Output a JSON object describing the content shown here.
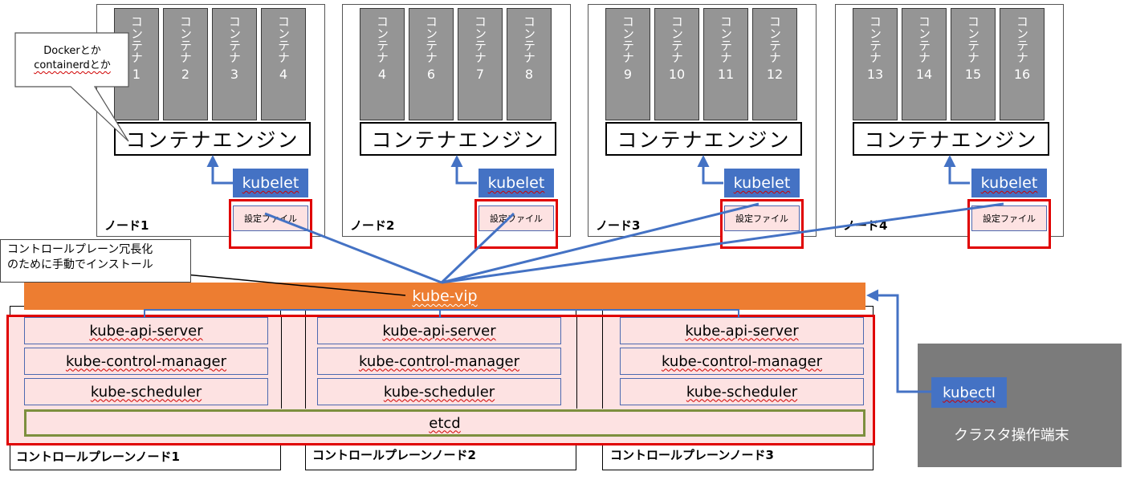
{
  "worker_nodes": [
    {
      "label": "ノード1",
      "containers": [
        {
          "text": "コンテナ",
          "num": "1"
        },
        {
          "text": "コンテナ",
          "num": "2"
        },
        {
          "text": "コンテナ",
          "num": "3"
        },
        {
          "text": "コンテナ",
          "num": "4"
        }
      ],
      "engine": "コンテナエンジン",
      "kubelet": "kubelet",
      "config": "設定ファイル"
    },
    {
      "label": "ノード2",
      "containers": [
        {
          "text": "コンテナ",
          "num": "4"
        },
        {
          "text": "コンテナ",
          "num": "6"
        },
        {
          "text": "コンテナ",
          "num": "7"
        },
        {
          "text": "コンテナ",
          "num": "8"
        }
      ],
      "engine": "コンテナエンジン",
      "kubelet": "kubelet",
      "config": "設定ファイル"
    },
    {
      "label": "ノード3",
      "containers": [
        {
          "text": "コンテナ",
          "num": "9"
        },
        {
          "text": "コンテナ",
          "num": "10"
        },
        {
          "text": "コンテナ",
          "num": "11"
        },
        {
          "text": "コンテナ",
          "num": "12"
        }
      ],
      "engine": "コンテナエンジン",
      "kubelet": "kubelet",
      "config": "設定ファイル"
    },
    {
      "label": "ノード4",
      "containers": [
        {
          "text": "コンテナ",
          "num": "13"
        },
        {
          "text": "コンテナ",
          "num": "14"
        },
        {
          "text": "コンテナ",
          "num": "15"
        },
        {
          "text": "コンテナ",
          "num": "16"
        }
      ],
      "engine": "コンテナエンジン",
      "kubelet": "kubelet",
      "config": "設定ファイル"
    }
  ],
  "callout_engine": {
    "line1": "Dockerとか",
    "line2": "containerdとか"
  },
  "callout_vip": {
    "line1": "コントロールプレーン冗長化",
    "line2": "のために手動でインストール"
  },
  "kube_vip": "kube-vip",
  "control_plane": {
    "nodes": [
      {
        "label": "コントロールプレーンノード1",
        "api": "kube-api-server",
        "cm": "kube-control-manager",
        "sched": "kube-scheduler"
      },
      {
        "label": "コントロールプレーンノード2",
        "api": "kube-api-server",
        "cm": "kube-control-manager",
        "sched": "kube-scheduler"
      },
      {
        "label": "コントロールプレーンノード3",
        "api": "kube-api-server",
        "cm": "kube-control-manager",
        "sched": "kube-scheduler"
      }
    ],
    "etcd": "etcd"
  },
  "terminal": {
    "label": "クラスタ操作端末",
    "kubectl": "kubectl"
  },
  "colors": {
    "kubelet": "#4472c4",
    "vip": "#ed7d31",
    "highlight": "#e00000",
    "component_fill": "#fde2e2",
    "etcd_border": "#7d8f3e",
    "terminal": "#7b7b7b",
    "container": "#959595"
  }
}
